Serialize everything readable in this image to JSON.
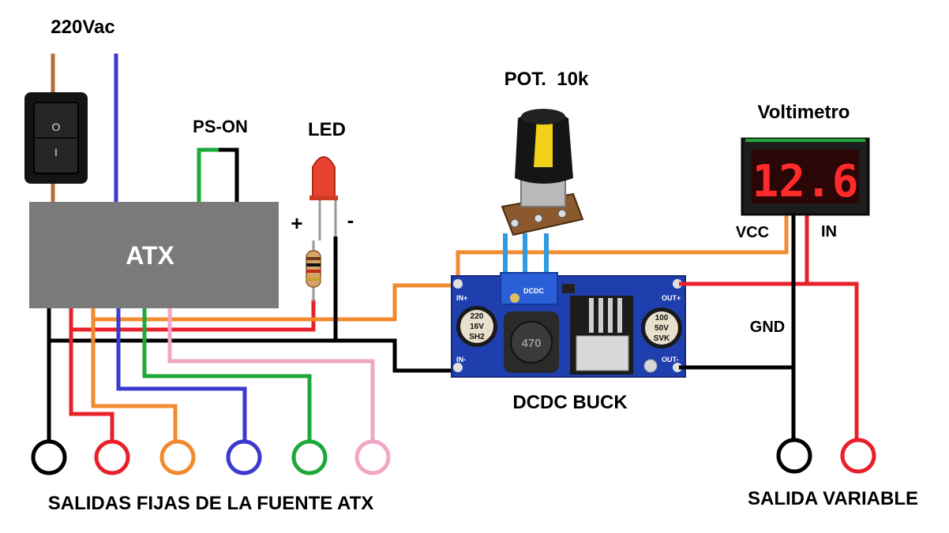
{
  "labels": {
    "mains": "220Vac",
    "ps_on": "PS-ON",
    "led": "LED",
    "led_plus": "+",
    "led_minus": "-",
    "atx": "ATX",
    "pot": "POT.  10k",
    "voltmeter": "Voltimetro",
    "vcc": "VCC",
    "in": "IN",
    "gnd": "GND",
    "buck": "DCDC BUCK",
    "fixed_outputs": "SALIDAS FIJAS DE LA FUENTE ATX",
    "variable_output": "SALIDA VARIABLE"
  },
  "switch": {
    "on_mark": "O",
    "off_mark": "I"
  },
  "buck_board": {
    "in_plus": "IN+",
    "in_minus": "IN-",
    "out_plus": "OUT+",
    "out_minus": "OUT-",
    "cap_left": [
      "220",
      "16V",
      "SH2"
    ],
    "cap_right": [
      "100",
      "50V",
      "SVK"
    ],
    "inductor": "470",
    "trimmer": "DCDC"
  },
  "voltmeter_display": "12.6",
  "colors": {
    "black": "#000000",
    "red": "#e8202a",
    "orange": "#f28a2e",
    "blue": "#3a3ad0",
    "green": "#1fa83a",
    "pink": "#f2a6c6",
    "brown": "#b86b3a",
    "atx_box": "#7a7a7a",
    "pcb": "#1f3fae",
    "light_blue": "#2f9be0"
  }
}
